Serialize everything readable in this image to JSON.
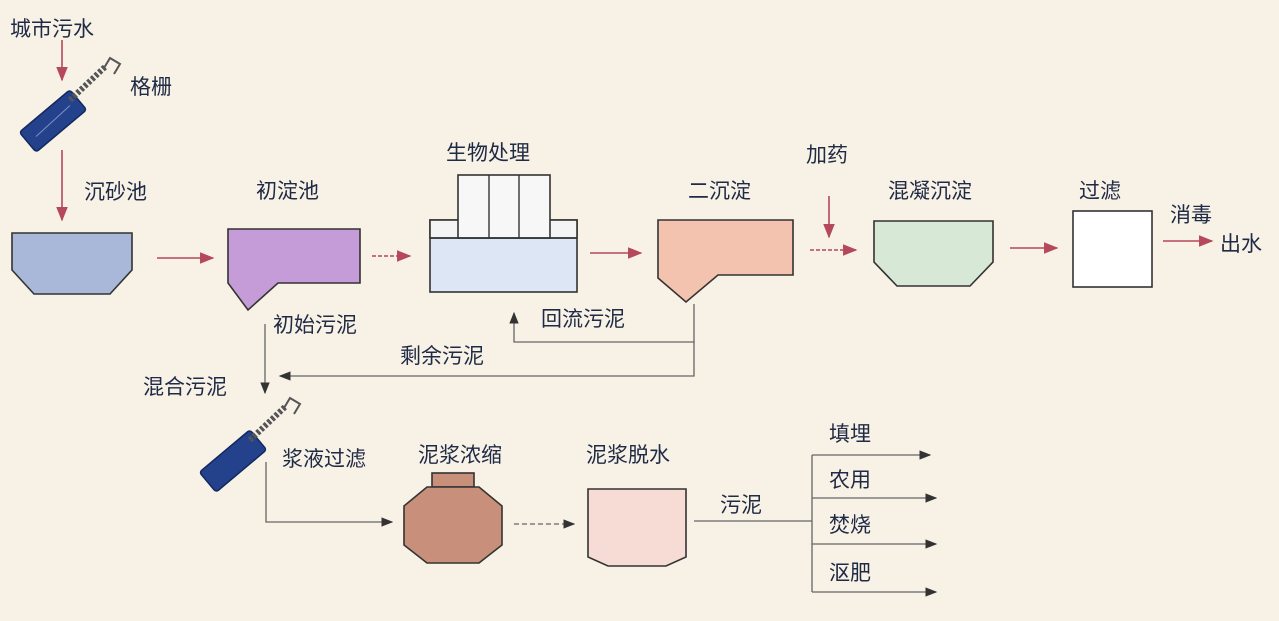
{
  "labels": {
    "city_sewage": "城市污水",
    "grille": "格栅",
    "grit_chamber": "沉砂池",
    "primary_clarifier": "初淀池",
    "bio_treatment": "生物处理",
    "secondary_clarifier": "二沉淀",
    "dosing": "加药",
    "coagulation": "混凝沉淀",
    "filtration": "过滤",
    "disinfection": "消毒",
    "effluent": "出水",
    "primary_sludge": "初始污泥",
    "return_sludge": "回流污泥",
    "excess_sludge": "剩余污泥",
    "mixed_sludge": "混合污泥",
    "slurry_filtration": "浆液过滤",
    "sludge_thickening": "泥浆浓缩",
    "sludge_dewatering": "泥浆脱水",
    "sludge": "污泥",
    "landfill": "填埋",
    "agricultural": "农用",
    "incineration": "焚烧",
    "compost": "沤肥"
  },
  "colors": {
    "grit_tank": "#a9b7d9",
    "primary_tank": "#c59bd8",
    "bio_tank": "#dde6f5",
    "secondary_tank": "#f4c3b0",
    "coag_tank": "#d7e8d6",
    "filter_tank": "#ffffff",
    "thickener": "#c8907a",
    "dewater": "#f6dcd4",
    "screen": "#24428c",
    "flow_arrow": "#b5485a",
    "text": "#1f2a44"
  }
}
